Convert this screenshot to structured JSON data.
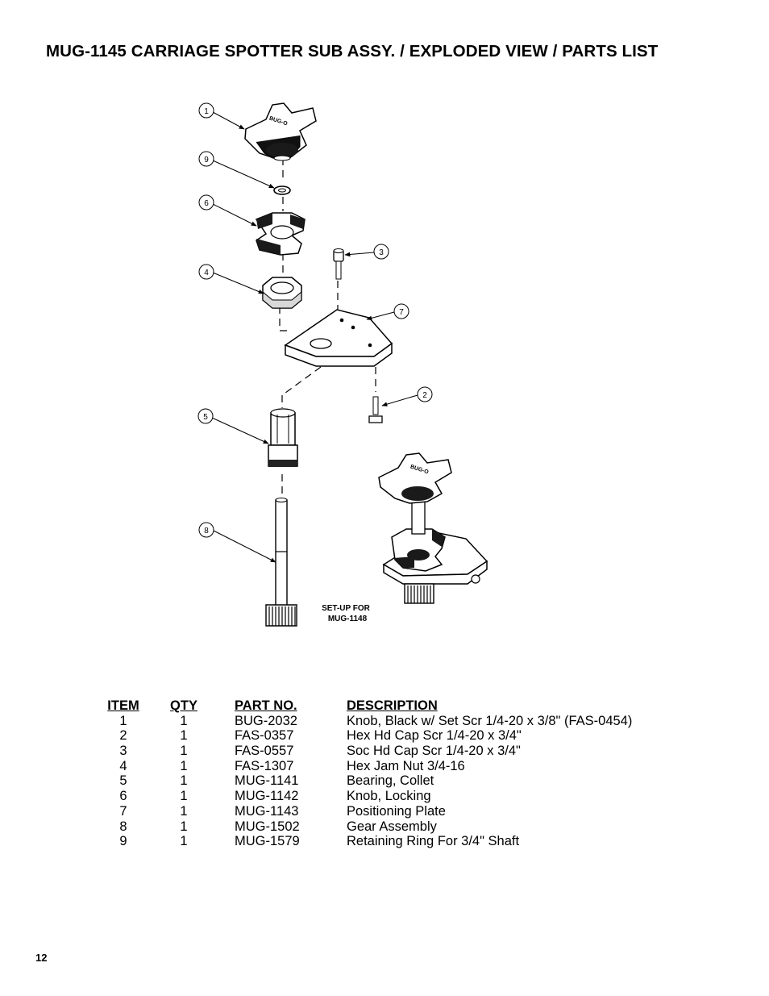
{
  "title": "MUG-1145 CARRIAGE SPOTTER SUB ASSY. / EXPLODED VIEW / PARTS LIST",
  "drawing": {
    "callouts": [
      "1",
      "9",
      "6",
      "4",
      "3",
      "7",
      "2",
      "5",
      "8"
    ],
    "setup_label_line1": "SET-UP FOR",
    "setup_label_line2": "MUG-1148",
    "knob_brand": "BUG-O"
  },
  "table": {
    "headers": {
      "item": "ITEM",
      "qty": "QTY",
      "part": "PART NO.",
      "desc": "DESCRIPTION"
    },
    "rows": [
      {
        "item": "1",
        "qty": "1",
        "part": "BUG-2032",
        "desc": "Knob, Black w/ Set Scr 1/4-20 x 3/8\" (FAS-0454)"
      },
      {
        "item": "2",
        "qty": "1",
        "part": "FAS-0357",
        "desc": "Hex Hd Cap Scr 1/4-20 x 3/4\""
      },
      {
        "item": "3",
        "qty": "1",
        "part": "FAS-0557",
        "desc": "Soc Hd Cap Scr 1/4-20 x 3/4\""
      },
      {
        "item": "4",
        "qty": "1",
        "part": "FAS-1307",
        "desc": "Hex Jam Nut 3/4-16"
      },
      {
        "item": "5",
        "qty": "1",
        "part": "MUG-1141",
        "desc": "Bearing, Collet"
      },
      {
        "item": "6",
        "qty": "1",
        "part": "MUG-1142",
        "desc": "Knob, Locking"
      },
      {
        "item": "7",
        "qty": "1",
        "part": "MUG-1143",
        "desc": "Positioning Plate"
      },
      {
        "item": "8",
        "qty": "1",
        "part": "MUG-1502",
        "desc": "Gear Assembly"
      },
      {
        "item": "9",
        "qty": "1",
        "part": "MUG-1579",
        "desc": "Retaining Ring For 3/4\" Shaft"
      }
    ]
  },
  "page_number": "12"
}
